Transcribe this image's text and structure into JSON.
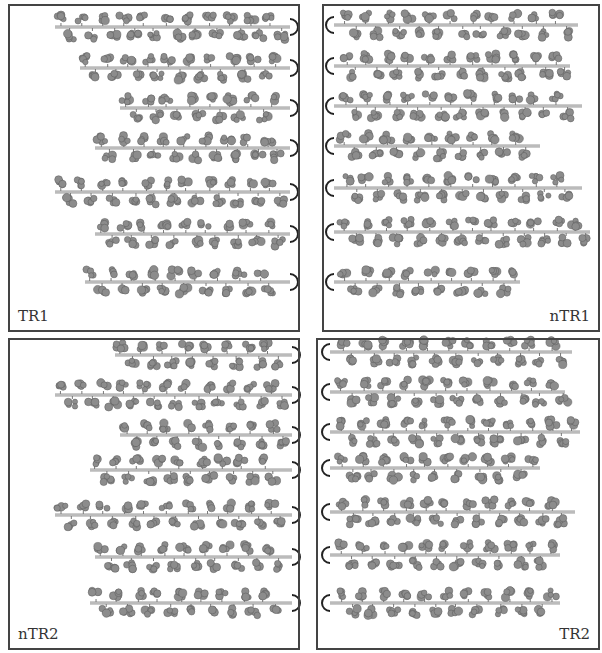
{
  "diagram": {
    "nodes": [
      {
        "text": [
          "TR1"
        ]
      },
      {
        "text": [
          "nTR1"
        ]
      },
      {
        "text": [
          "nTR2"
        ]
      },
      {
        "text": [
          "TR2"
        ]
      }
    ]
  }
}
